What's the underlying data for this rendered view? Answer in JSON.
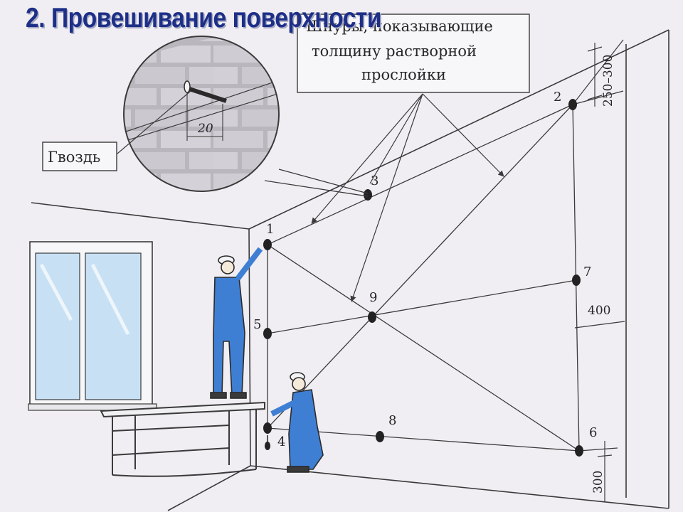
{
  "title": "2. Провешивание поверхности",
  "callout": {
    "line1": "Шнуры, показывающие",
    "line2": "толщину растворной",
    "line3": "прослойки"
  },
  "nail_label": "Гвоздь",
  "inset_dimension": "20",
  "points": [
    "1",
    "2",
    "3",
    "4",
    "5",
    "6",
    "7",
    "8",
    "9"
  ],
  "dimensions": {
    "top_range": "250–300",
    "middle": "400",
    "bottom": "300"
  },
  "colors": {
    "title": "#1d2f87",
    "background": "#f1eef3",
    "worker_overalls": "#3f7fd3",
    "window_glass": "#c7e0f4",
    "line": "#3a3a3a"
  }
}
